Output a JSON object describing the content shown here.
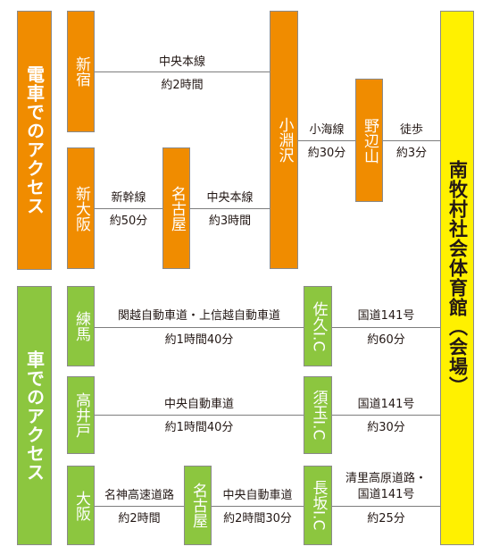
{
  "train": {
    "category": "電車でのアクセス",
    "stations": {
      "shinjuku": "新宿",
      "shin_osaka": "新大阪",
      "nagoya": "名古屋",
      "kobuchizawa": "小淵沢",
      "nobeyama": "野辺山"
    },
    "routes": {
      "shinjuku_line": "中央本線",
      "shinjuku_time": "約2時間",
      "shinkansen_line": "新幹線",
      "shinkansen_time": "約50分",
      "chuo_line": "中央本線",
      "chuo_time": "約3時間",
      "koumi_line": "小海線",
      "koumi_time": "約30分",
      "walk": "徒歩",
      "walk_time": "約3分"
    }
  },
  "car": {
    "category": "車でのアクセス",
    "origins": {
      "nerima": "練馬",
      "takaido": "高井戸",
      "osaka": "大阪",
      "nagoya": "名古屋"
    },
    "interchanges": {
      "saku_name": "佐久",
      "saku_ic": "I.C",
      "sudama_name": "須玉",
      "sudama_ic": "I.C",
      "nagasaka_name": "長坂",
      "nagasaka_ic": "I.C"
    },
    "routes": {
      "nerima_road": "関越自動車道・上信越自動車道",
      "nerima_time": "約1時間40分",
      "saku_road": "国道141号",
      "saku_time": "約60分",
      "takaido_road": "中央自動車道",
      "takaido_time": "約1時間40分",
      "sudama_road": "国道141号",
      "sudama_time": "約30分",
      "osaka_road": "名神高速道路",
      "osaka_time": "約2時間",
      "nagoya_road": "中央自動車道",
      "nagoya_time": "約2時間30分",
      "nagasaka_road_1": "清里高原道路・",
      "nagasaka_road_2": "国道141号",
      "nagasaka_time": "約25分"
    }
  },
  "destination": "南牧村社会体育館（会場）",
  "colors": {
    "train": "#f08c00",
    "car": "#8cc63f",
    "venue": "#fff100"
  }
}
